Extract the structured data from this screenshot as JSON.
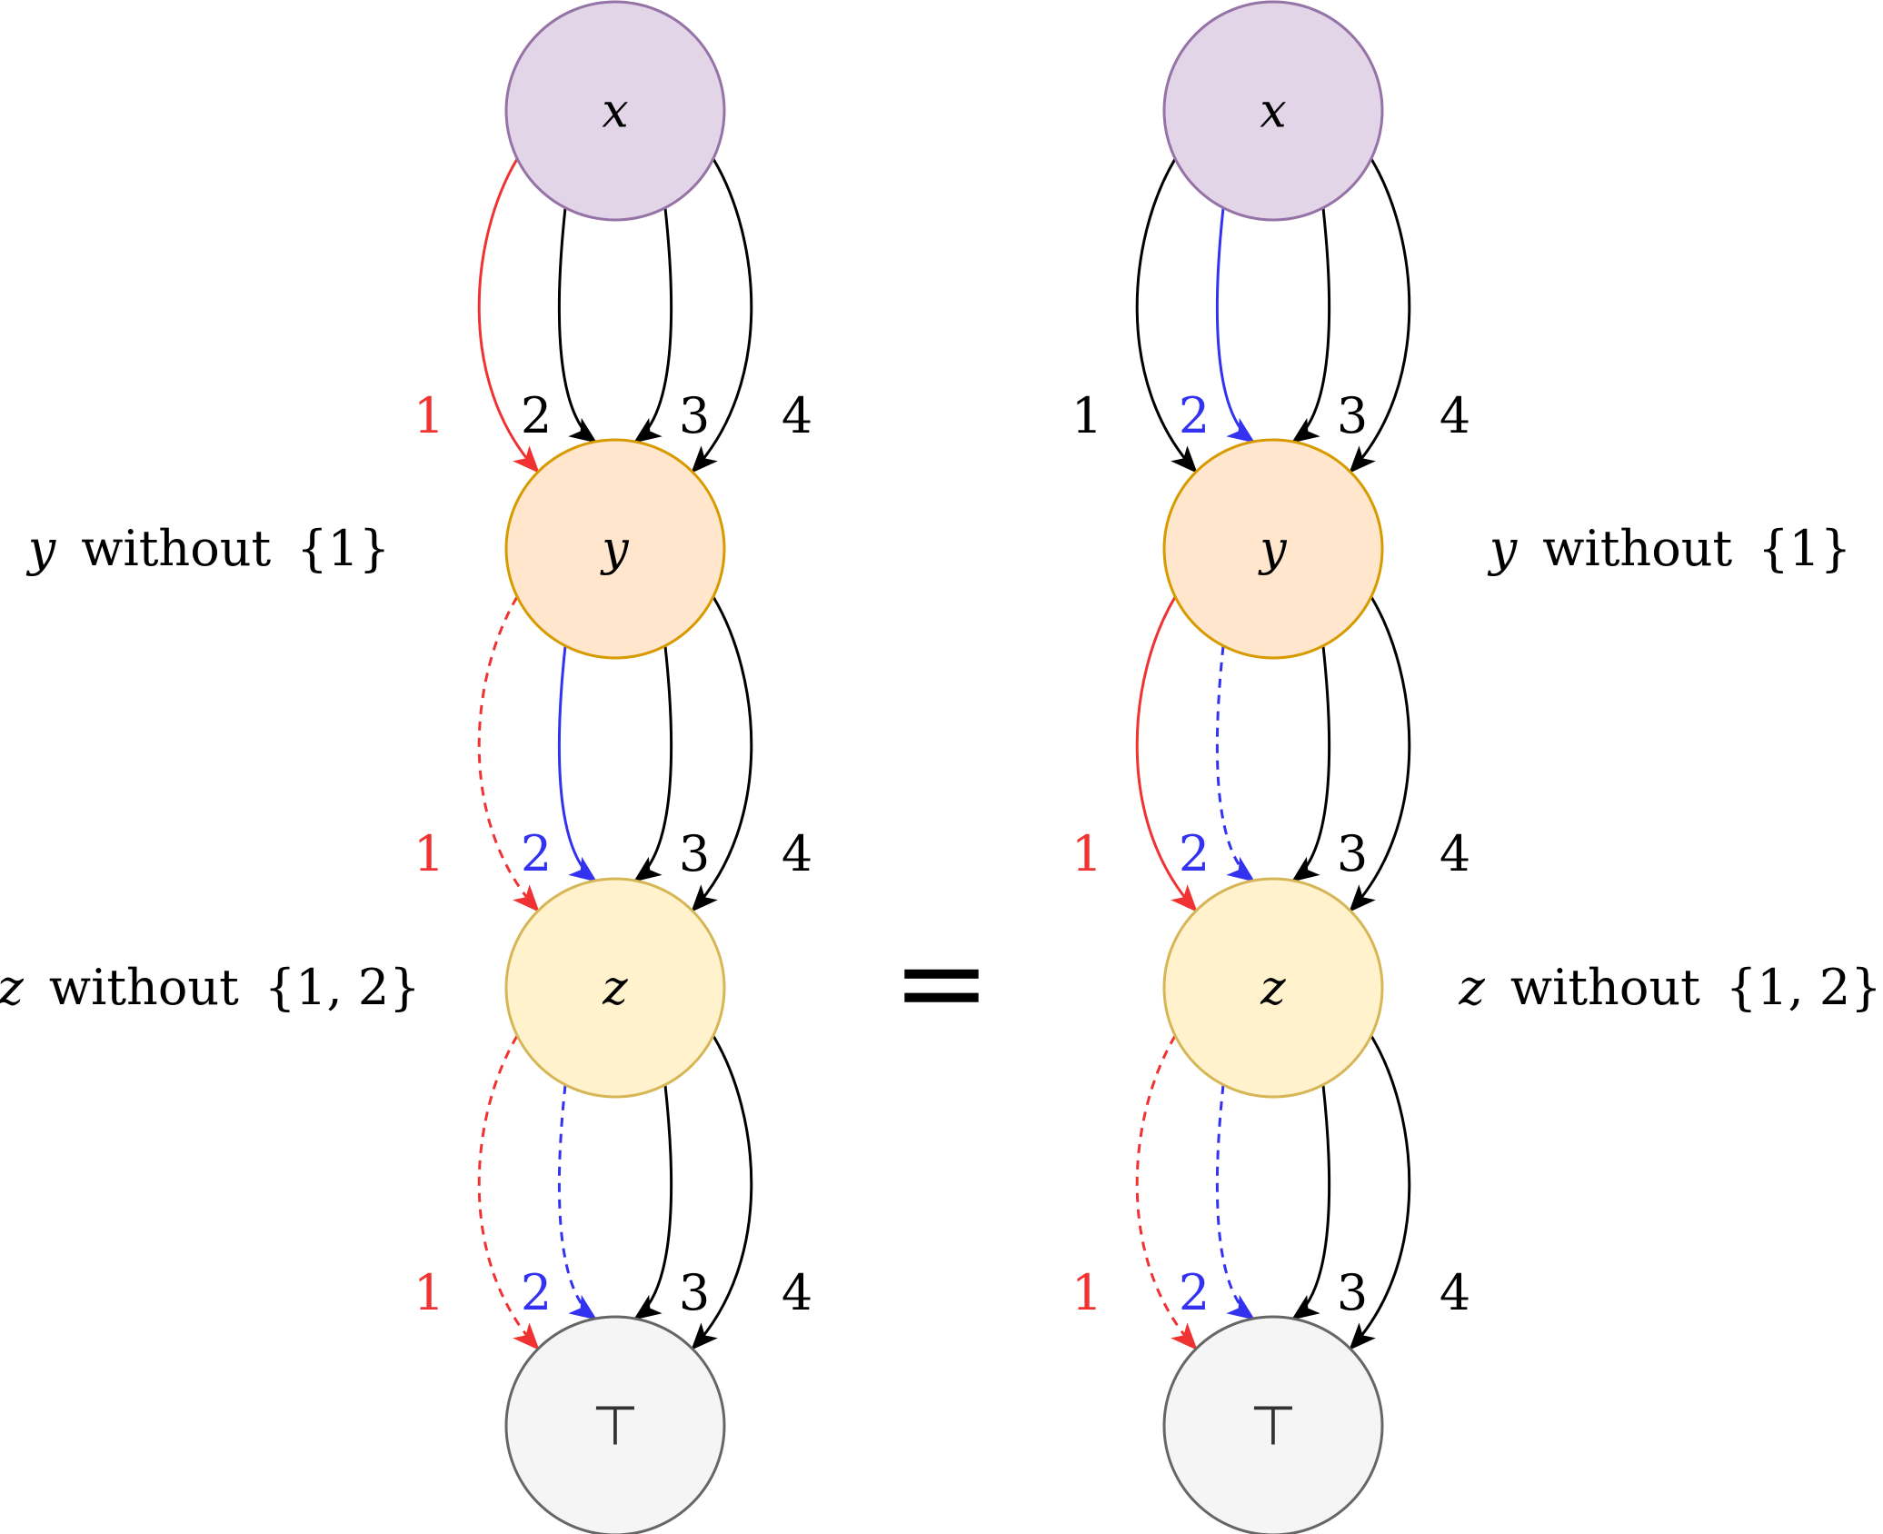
{
  "colors": {
    "red": "#f03232",
    "blue": "#3232f0",
    "black": "#000000",
    "x_fill": "#e1d5e7",
    "x_stroke": "#9673a6",
    "y_fill": "#ffe6cc",
    "y_stroke": "#d79b00",
    "z_fill": "#fff2cc",
    "z_stroke": "#d6b656",
    "top_fill": "#f5f5f5",
    "top_stroke": "#666666"
  },
  "equals_sign": "=",
  "diagrams": [
    {
      "nodes": [
        {
          "id": "x",
          "label": "x",
          "style": "x"
        },
        {
          "id": "y",
          "label": "y",
          "style": "y"
        },
        {
          "id": "z",
          "label": "z",
          "style": "z"
        },
        {
          "id": "top",
          "label": "⊤",
          "style": "top"
        }
      ],
      "side_labels": [
        {
          "var": "y",
          "text": "without",
          "set": "{1}"
        },
        {
          "var": "z",
          "text": "without",
          "set": "{1, 2}"
        }
      ],
      "edge_groups": [
        {
          "from": "x",
          "to": "y",
          "edges": [
            {
              "label": "1",
              "color": "red",
              "dashed": false
            },
            {
              "label": "2",
              "color": "black",
              "dashed": false
            },
            {
              "label": "3",
              "color": "black",
              "dashed": false
            },
            {
              "label": "4",
              "color": "black",
              "dashed": false
            }
          ]
        },
        {
          "from": "y",
          "to": "z",
          "edges": [
            {
              "label": "1",
              "color": "red",
              "dashed": true
            },
            {
              "label": "2",
              "color": "blue",
              "dashed": false
            },
            {
              "label": "3",
              "color": "black",
              "dashed": false
            },
            {
              "label": "4",
              "color": "black",
              "dashed": false
            }
          ]
        },
        {
          "from": "z",
          "to": "top",
          "edges": [
            {
              "label": "1",
              "color": "red",
              "dashed": true
            },
            {
              "label": "2",
              "color": "blue",
              "dashed": true
            },
            {
              "label": "3",
              "color": "black",
              "dashed": false
            },
            {
              "label": "4",
              "color": "black",
              "dashed": false
            }
          ]
        }
      ]
    },
    {
      "nodes": [
        {
          "id": "x",
          "label": "x",
          "style": "x"
        },
        {
          "id": "y",
          "label": "y",
          "style": "y"
        },
        {
          "id": "z",
          "label": "z",
          "style": "z"
        },
        {
          "id": "top",
          "label": "⊤",
          "style": "top"
        }
      ],
      "side_labels": [
        {
          "var": "y",
          "text": "without",
          "set": "{1}"
        },
        {
          "var": "z",
          "text": "without",
          "set": "{1, 2}"
        }
      ],
      "edge_groups": [
        {
          "from": "x",
          "to": "y",
          "edges": [
            {
              "label": "1",
              "color": "black",
              "dashed": false
            },
            {
              "label": "2",
              "color": "blue",
              "dashed": false
            },
            {
              "label": "3",
              "color": "black",
              "dashed": false
            },
            {
              "label": "4",
              "color": "black",
              "dashed": false
            }
          ]
        },
        {
          "from": "y",
          "to": "z",
          "edges": [
            {
              "label": "1",
              "color": "red",
              "dashed": false
            },
            {
              "label": "2",
              "color": "blue",
              "dashed": true
            },
            {
              "label": "3",
              "color": "black",
              "dashed": false
            },
            {
              "label": "4",
              "color": "black",
              "dashed": false
            }
          ]
        },
        {
          "from": "z",
          "to": "top",
          "edges": [
            {
              "label": "1",
              "color": "red",
              "dashed": true
            },
            {
              "label": "2",
              "color": "blue",
              "dashed": true
            },
            {
              "label": "3",
              "color": "black",
              "dashed": false
            },
            {
              "label": "4",
              "color": "black",
              "dashed": false
            }
          ]
        }
      ]
    }
  ]
}
